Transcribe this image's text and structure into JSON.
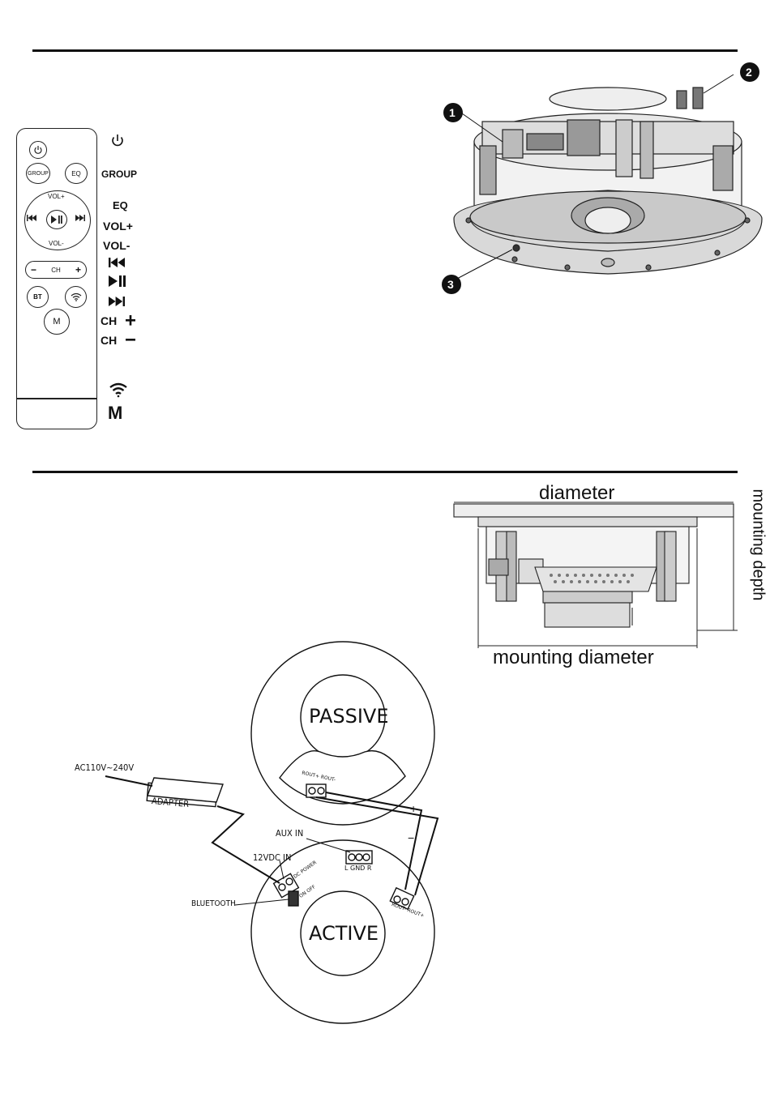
{
  "remote": {
    "buttons": {
      "group": "GROUP",
      "eq": "EQ",
      "vol_up": "VOL+",
      "vol_down": "VOL-",
      "ch": "CH",
      "bt": "BT",
      "mode": "M"
    },
    "legend": {
      "group": "GROUP",
      "eq": "EQ",
      "vol_up": "VOL+",
      "vol_down": "VOL-",
      "ch_plus": "CH",
      "ch_minus": "CH",
      "mode": "M"
    }
  },
  "callouts": [
    "1",
    "2",
    "3"
  ],
  "dimensions": {
    "diameter": "diameter",
    "mounting_depth": "mounting depth",
    "mounting_diameter": "mounting diameter"
  },
  "wiring": {
    "ac": "AC110V~240V",
    "adapter": "ADAPTER",
    "aux_in": "AUX IN",
    "dc_in": "12VDC IN",
    "bluetooth": "BLUETOOTH",
    "passive": "PASSIVE",
    "active": "ACTIVE",
    "plus": "+",
    "minus": "−",
    "lgndr": "L GND R",
    "rout_passive": "ROUT+ ROUT-",
    "rout_active": "ROUT- ROUT+",
    "dc_power": "DC POWER",
    "on_off": "ON OFF"
  }
}
